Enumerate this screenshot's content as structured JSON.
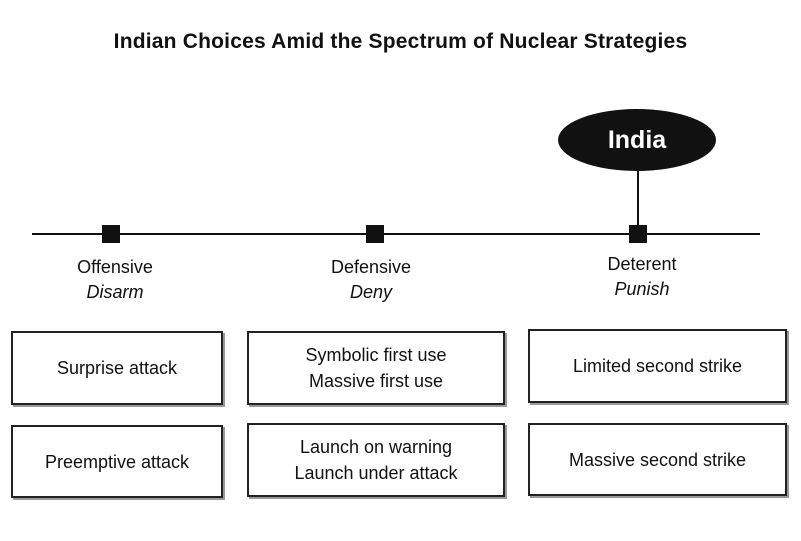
{
  "title": "Indian Choices Amid the Spectrum of Nuclear Strategies",
  "highlight_label": "India",
  "categories": [
    {
      "name": "Offensive",
      "sub": "Disarm",
      "options": [
        [
          "Surprise attack"
        ],
        [
          "Preemptive attack"
        ]
      ]
    },
    {
      "name": "Defensive",
      "sub": "Deny",
      "options": [
        [
          "Symbolic first use",
          "Massive first use"
        ],
        [
          "Launch on warning",
          "Launch under attack"
        ]
      ]
    },
    {
      "name": "Deterent",
      "sub": "Punish",
      "options": [
        [
          "Limited second strike"
        ],
        [
          "Massive second strike"
        ]
      ]
    }
  ]
}
